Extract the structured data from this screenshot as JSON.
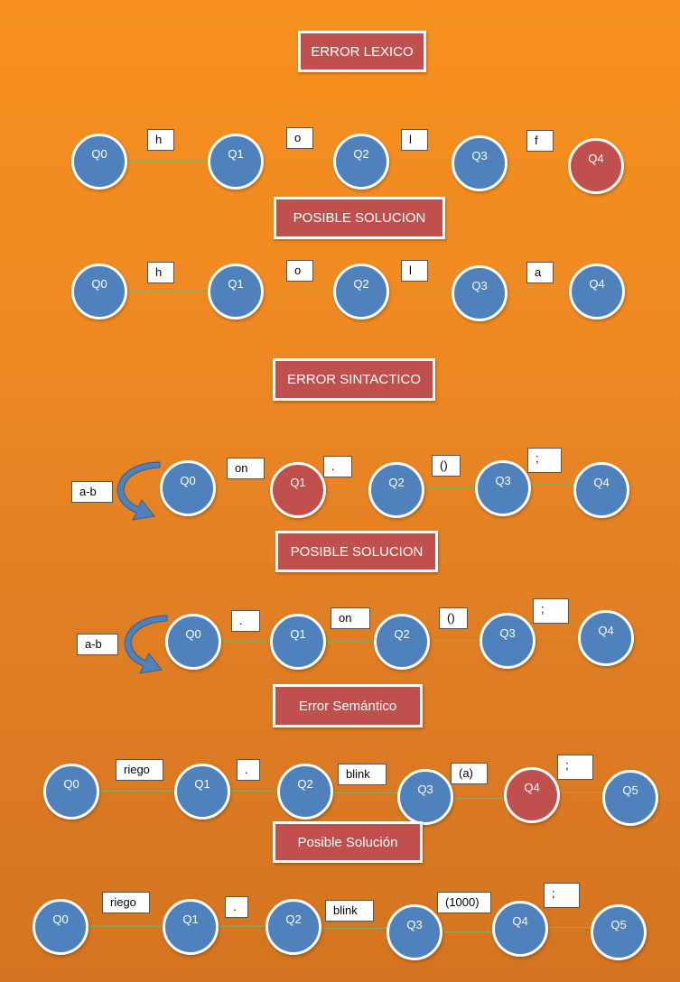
{
  "colors": {
    "background": "#f39020",
    "node": "#4f81bd",
    "error_node": "#c0504d",
    "title_box": "#c0504d",
    "edge": "#8faa5c"
  },
  "sections": {
    "lexico_error": {
      "title": "ERROR LEXICO",
      "nodes": [
        "Q0",
        "Q1",
        "Q2",
        "Q3",
        "Q4"
      ],
      "labels": [
        "h",
        "o",
        "l",
        "f"
      ]
    },
    "lexico_fix": {
      "title": "POSIBLE SOLUCION",
      "nodes": [
        "Q0",
        "Q1",
        "Q2",
        "Q3",
        "Q4"
      ],
      "labels": [
        "h",
        "o",
        "l",
        "a"
      ]
    },
    "sintactico_error": {
      "title": "ERROR SINTACTICO",
      "loop": "a-b",
      "nodes": [
        "Q0",
        "Q1",
        "Q2",
        "Q3",
        "Q4"
      ],
      "labels": [
        "on",
        ".",
        "()",
        ";"
      ]
    },
    "sintactico_fix": {
      "title": "POSIBLE SOLUCION",
      "loop": "a-b",
      "nodes": [
        "Q0",
        "Q1",
        "Q2",
        "Q3",
        "Q4"
      ],
      "labels": [
        ".",
        "on",
        "()",
        ";"
      ]
    },
    "semantico_error": {
      "title": "Error Semántico",
      "nodes": [
        "Q0",
        "Q1",
        "Q2",
        "Q3",
        "Q4",
        "Q5"
      ],
      "labels": [
        "riego",
        ".",
        "blink",
        "(a)",
        ";"
      ]
    },
    "semantico_fix": {
      "title": "Posible Solución",
      "nodes": [
        "Q0",
        "Q1",
        "Q2",
        "Q3",
        "Q4",
        "Q5"
      ],
      "labels": [
        "riego",
        ".",
        "blink",
        "(1000)",
        ";"
      ]
    }
  }
}
